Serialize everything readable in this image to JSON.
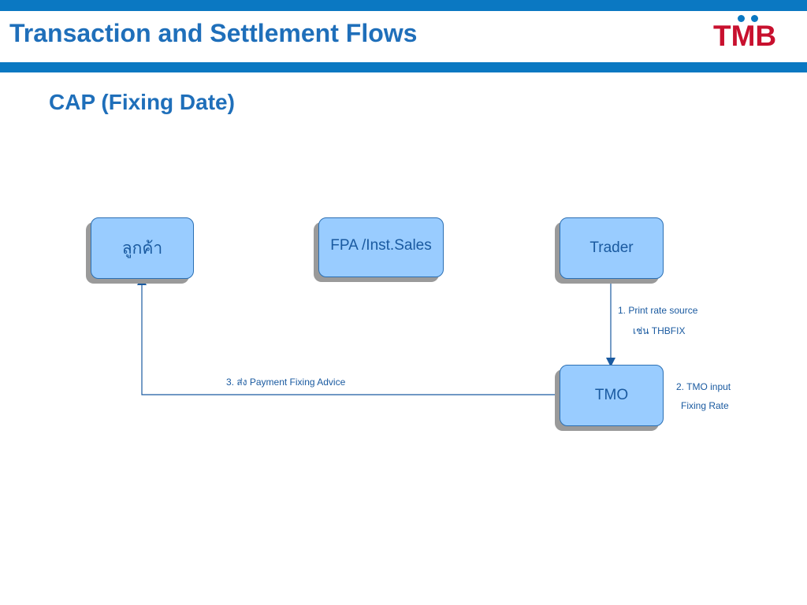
{
  "header": {
    "title": "Transaction and Settlement Flows",
    "logo_text": "TMB",
    "colors": {
      "bar": "#0a78c2",
      "title": "#1f6fba",
      "logo": "#c8102e"
    }
  },
  "slide": {
    "subtitle": "CAP (Fixing Date)"
  },
  "diagram": {
    "nodes": {
      "customer": "ลูกค้า",
      "fpa": "FPA /Inst.Sales",
      "trader": "Trader",
      "tmo": "TMO"
    },
    "edges": {
      "trader_to_tmo_line1": "1. Print rate source",
      "trader_to_tmo_line2": "เช่น THBFIX",
      "tmo_note_line1": "2. TMO input",
      "tmo_note_line2": "Fixing Rate",
      "tmo_to_customer": "3. ส่ง Payment Fixing Advice"
    },
    "colors": {
      "box_fill": "#99ccff",
      "box_border": "#2b6fb3",
      "connector": "#1a5aa0"
    }
  }
}
